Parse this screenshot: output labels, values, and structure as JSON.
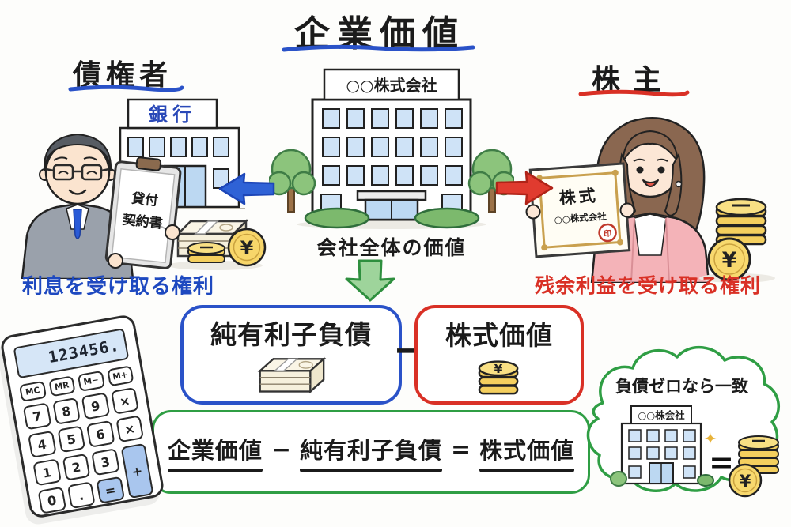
{
  "title": {
    "text": "企業価値"
  },
  "left": {
    "heading": "債権者",
    "bank_sign": "銀行",
    "clipboard_line1": "貸付",
    "clipboard_line2": "契約書",
    "caption": "利息を受け取る権利"
  },
  "center": {
    "building_sign": "○○株式会社",
    "caption": "会社全体の価値"
  },
  "right": {
    "heading": "株主",
    "certificate_title": "株式",
    "certificate_company": "○○株式会社",
    "seal": "印",
    "caption": "残余利益を受け取る権利"
  },
  "breakdown": {
    "debt_label": "純有利子負債",
    "operator": "−",
    "equity_label": "株式価値"
  },
  "formula": {
    "term1": "企業価値",
    "op1": "−",
    "term2": "純有利子負債",
    "op2": "=",
    "term3": "株式価値"
  },
  "calculator": {
    "display": "123456.",
    "buttons": [
      "MC",
      "MR",
      "M−",
      "M+",
      "7",
      "8",
      "9",
      "×",
      "4",
      "5",
      "6",
      "×",
      "1",
      "2",
      "3",
      "+",
      "0",
      ".",
      "="
    ]
  },
  "bubble": {
    "text": "負債ゼロなら一致",
    "building_sign": "○○株会社",
    "equals": "=",
    "sparkle": "✦"
  },
  "symbols": {
    "yen": "¥"
  },
  "colors": {
    "blue": "#2a52c8",
    "red": "#d93025",
    "green": "#2f9e44",
    "gold": "#f4cf5e",
    "window_blue": "#cfe3f7"
  }
}
